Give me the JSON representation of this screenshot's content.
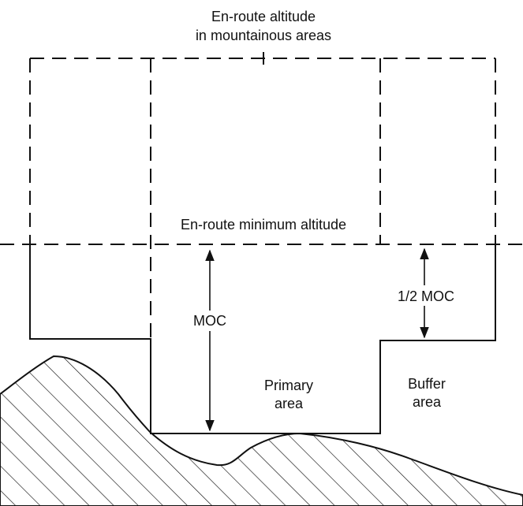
{
  "diagram": {
    "title_line1": "En-route altitude",
    "title_line2": "in mountainous areas",
    "minimum_altitude_label": "En-route minimum altitude",
    "moc_label": "MOC",
    "half_moc_label": "1/2 MOC",
    "primary_line1": "Primary",
    "primary_line2": "area",
    "buffer_line1": "Buffer",
    "buffer_line2": "area",
    "colors": {
      "ink": "#111111",
      "background": "#ffffff"
    }
  }
}
